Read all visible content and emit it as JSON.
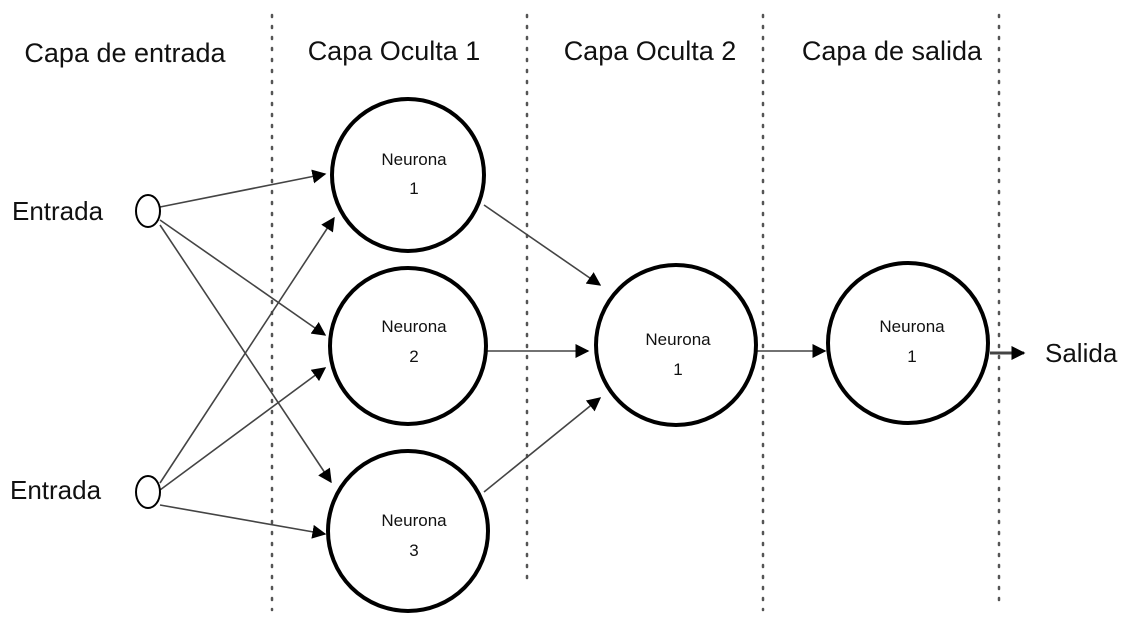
{
  "layers": [
    {
      "title": "Capa de entrada"
    },
    {
      "title": "Capa Oculta 1"
    },
    {
      "title": "Capa Oculta 2"
    },
    {
      "title": "Capa de salida"
    }
  ],
  "inputs": [
    {
      "label": "Entrada"
    },
    {
      "label": "Entrada"
    }
  ],
  "hidden1": [
    {
      "name": "Neurona",
      "index": "1"
    },
    {
      "name": "Neurona",
      "index": "2"
    },
    {
      "name": "Neurona",
      "index": "3"
    }
  ],
  "hidden2": [
    {
      "name": "Neurona",
      "index": "1"
    }
  ],
  "output_layer": [
    {
      "name": "Neurona",
      "index": "1"
    }
  ],
  "output": {
    "label": "Salida"
  },
  "colors": {
    "line": "#000000",
    "background": "#ffffff"
  }
}
